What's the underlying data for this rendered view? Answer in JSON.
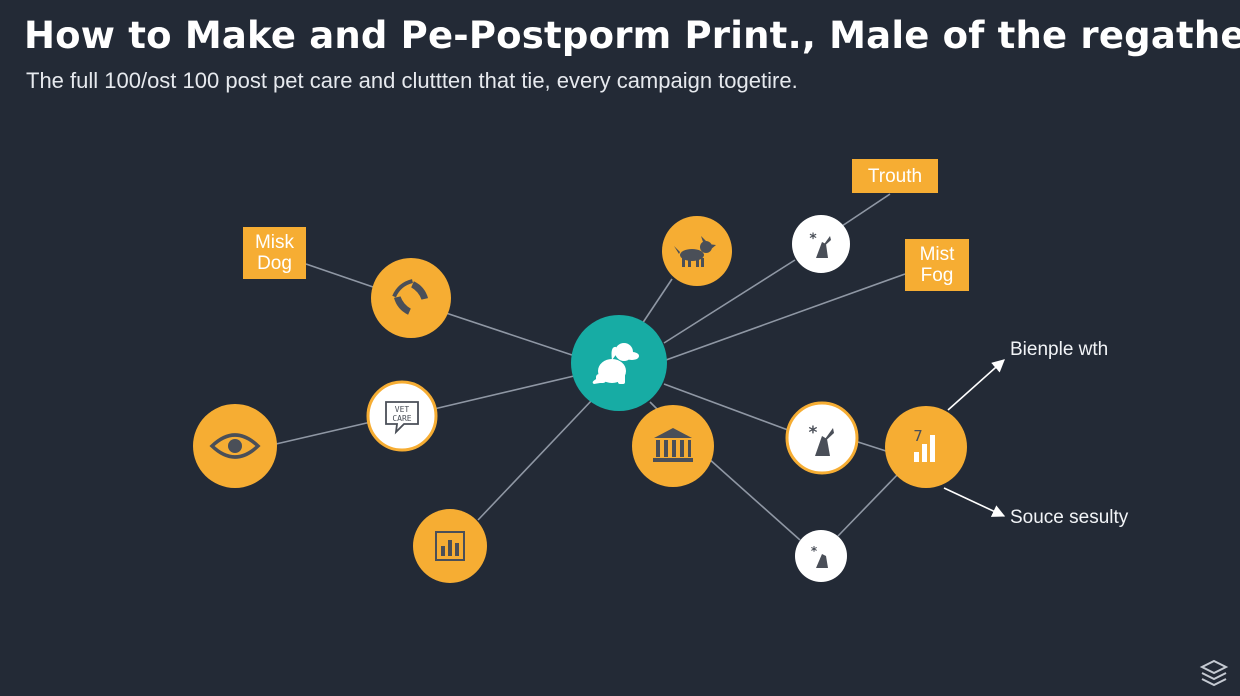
{
  "header": {
    "title": "How to Make and Pe-Postporm Print., Male of the regather",
    "subtitle": "The full 100/ost 100 post pet care and cluttten that tie, every campaign togetire."
  },
  "labels": {
    "misk_dog": [
      "Misk",
      "Dog"
    ],
    "trouth": "Trouth",
    "mist_fog": [
      "Mist",
      "Fog"
    ],
    "bienple": "Bienple wth",
    "souce": "Souce sesulty"
  },
  "nodes": {
    "vet_care_text": [
      "VET",
      "CARE"
    ],
    "chart_number": "7"
  },
  "colors": {
    "background": "#232a36",
    "orange": "#f6ad33",
    "teal": "#17aca4",
    "white": "#ffffff",
    "line": "#8f97a4",
    "icon_dark": "#4a4f58"
  }
}
